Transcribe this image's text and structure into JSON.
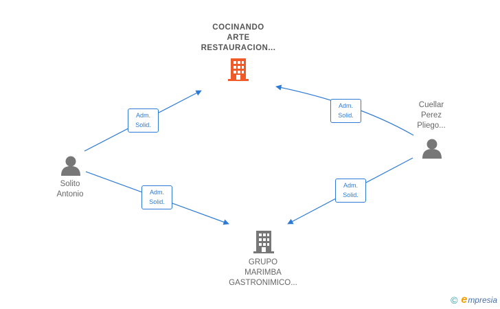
{
  "colors": {
    "edge": "#2d7ad6",
    "company_main": "#f05a28",
    "company_other": "#777777",
    "person": "#777777"
  },
  "nodes": {
    "company_main": {
      "label_lines": [
        "COCINANDO",
        "ARTE",
        "RESTAURACION..."
      ],
      "icon": "building-icon"
    },
    "company_other": {
      "label_lines": [
        "GRUPO",
        "MARIMBA",
        "GASTRONIMICO..."
      ],
      "icon": "building-icon"
    },
    "person_left": {
      "label_lines": [
        "Solito",
        "Antonio"
      ],
      "icon": "person-icon"
    },
    "person_right": {
      "label_lines": [
        "Cuellar",
        "Perez",
        "Pliego..."
      ],
      "icon": "person-icon"
    }
  },
  "edges": [
    {
      "from": "person_left",
      "to": "company_main",
      "label_lines": [
        "Adm.",
        "Solid."
      ]
    },
    {
      "from": "person_left",
      "to": "company_other",
      "label_lines": [
        "Adm.",
        "Solid."
      ]
    },
    {
      "from": "person_right",
      "to": "company_main",
      "label_lines": [
        "Adm.",
        "Solid."
      ]
    },
    {
      "from": "person_right",
      "to": "company_other",
      "label_lines": [
        "Adm.",
        "Solid."
      ]
    }
  ],
  "footer": {
    "copyright": "©",
    "brand_first": "e",
    "brand_rest": "mpresia"
  }
}
